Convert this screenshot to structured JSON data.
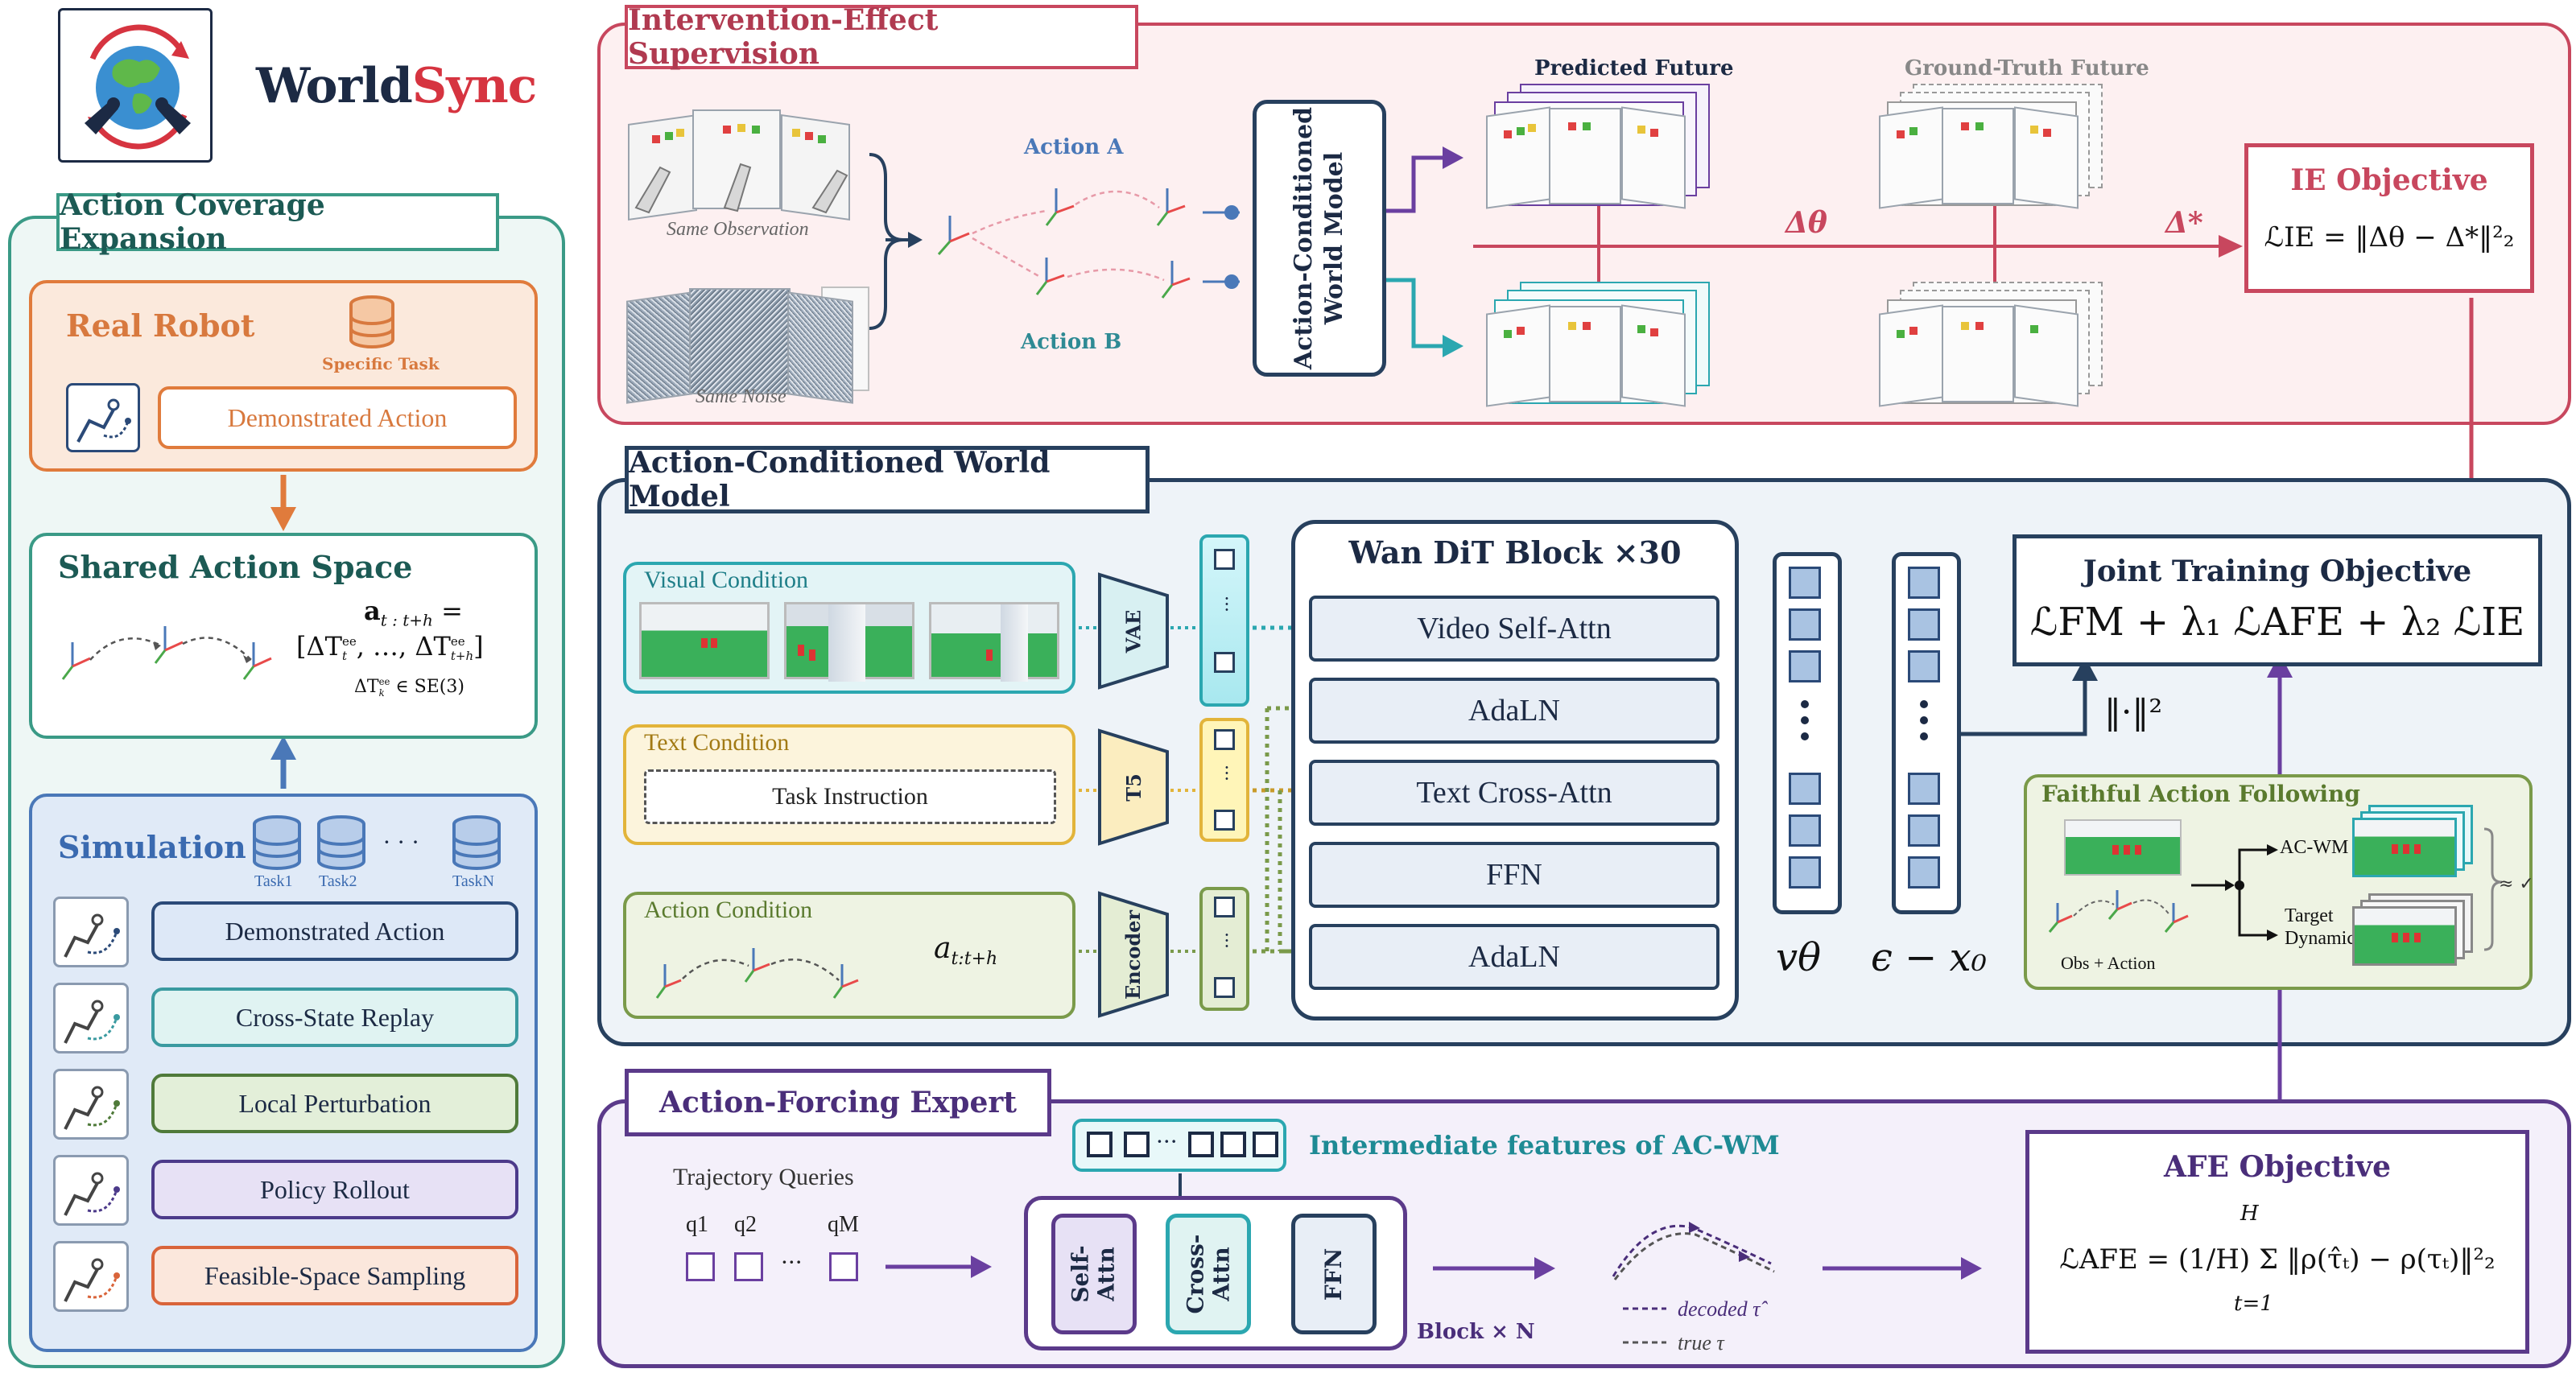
{
  "logo": {
    "brand_part1": "World",
    "brand_part2": "Sync"
  },
  "left_panel": {
    "title": "Action Coverage Expansion",
    "real_robot": {
      "title": "Real Robot",
      "db_caption": "Specific Task",
      "action": "Demonstrated Action"
    },
    "shared": {
      "title": "Shared Action Space",
      "eq_line1": "a",
      "eq_sub": "t : t+h",
      "eq_eq": " =",
      "eq_line2": "[ΔT",
      "eq_line2_sub": "t",
      "eq_line2_sup": "ee",
      "eq_line2_mid": ", …, ΔT",
      "eq_line2_sub2": "t+h",
      "eq_line2_sup2": "ee",
      "eq_line2_end": "]",
      "eq_line3": "ΔT",
      "eq_line3_sub": "k",
      "eq_line3_sup": "ee",
      "eq_line3_end": " ∈ SE(3)"
    },
    "simulation": {
      "title": "Simulation",
      "tasks": [
        "Task1",
        "Task2",
        "TaskN"
      ],
      "ellipsis": "· · ·",
      "items": [
        {
          "label": "Demonstrated Action",
          "border": "#2b4a78",
          "fill": "#dde8f7"
        },
        {
          "label": "Cross-State Replay",
          "border": "#3a9aa0",
          "fill": "#e0f3f2"
        },
        {
          "label": "Local Perturbation",
          "border": "#4f7a3a",
          "fill": "#e3efd9"
        },
        {
          "label": "Policy Rollout",
          "border": "#4c3a8a",
          "fill": "#e7e1f5"
        },
        {
          "label": "Feasible-Space Sampling",
          "border": "#d9643a",
          "fill": "#fbe7dc"
        }
      ]
    }
  },
  "ie": {
    "title": "Intervention-Effect Supervision",
    "same_observation": "Same Observation",
    "same_noise": "Same Noise",
    "action_a": "Action A",
    "action_b": "Action B",
    "model_line1": "Action-Conditioned",
    "model_line2": "World Model",
    "predicted_future": "Predicted Future",
    "ground_truth_future": "Ground-Truth Future",
    "delta_theta": "Δθ",
    "delta_star": "Δ*",
    "objective_title": "IE Objective",
    "objective_eq": "ℒIE = ‖Δθ − Δ*‖²₂"
  },
  "acwm": {
    "title": "Action-Conditioned World Model",
    "visual_condition": "Visual Condition",
    "text_condition": "Text Condition",
    "task_instruction": "Task Instruction",
    "action_condition": "Action Condition",
    "action_symbol": "a",
    "action_sub": "t:t+h",
    "vae": "VAE",
    "t5": "T5",
    "encoder": "Encoder",
    "dit_title": "Wan DiT Block ×30",
    "dit_layers": [
      "Video Self-Attn",
      "AdaLN",
      "Text Cross-Attn",
      "FFN",
      "AdaLN"
    ],
    "v_theta": "vθ",
    "eps_x0": "ϵ − x₀",
    "norm": "‖·‖²",
    "joint_title": "Joint Training Objective",
    "joint_eq": "ℒFM + λ₁ ℒAFE + λ₂ ℒIE",
    "faithful_title": "Faithful Action Following",
    "faithful_acwm": "AC-WM",
    "faithful_target1": "Target",
    "faithful_target2": "Dynamics",
    "faithful_obs": "Obs + Action",
    "faithful_approx": "≈ ✓"
  },
  "afe": {
    "title": "Action-Forcing Expert",
    "trajectory_queries": "Trajectory Queries",
    "queries": [
      "q1",
      "q2",
      "qM"
    ],
    "query_ellipsis": "···",
    "intermediate": "Intermediate features of AC-WM",
    "self_attn": [
      "Self-",
      "Attn"
    ],
    "cross_attn": [
      "Cross-",
      "Attn"
    ],
    "ffn": "FFN",
    "block_n": "Block × N",
    "decoded": "decoded τ̂",
    "true_tau": "true τ",
    "objective_title": "AFE Objective",
    "objective_eq": "ℒAFE = (1/H) Σ ‖ρ(τ̂ₜ) − ρ(τₜ)‖²₂",
    "sum_top": "H",
    "sum_bottom": "t=1"
  },
  "colors": {
    "ie_border": "#c8475e",
    "ie_fill": "#fdf0f1",
    "acwm_border": "#27405e",
    "acwm_fill": "#eef3f8",
    "afe_border": "#5b3a8a",
    "afe_fill": "#f4f0fa",
    "left_border": "#3a9a86",
    "left_fill": "#eef7f5",
    "orange": "#e07b3c",
    "blue": "#4a78b8",
    "teal": "#2ba7b0",
    "purple": "#6a3fa0"
  }
}
